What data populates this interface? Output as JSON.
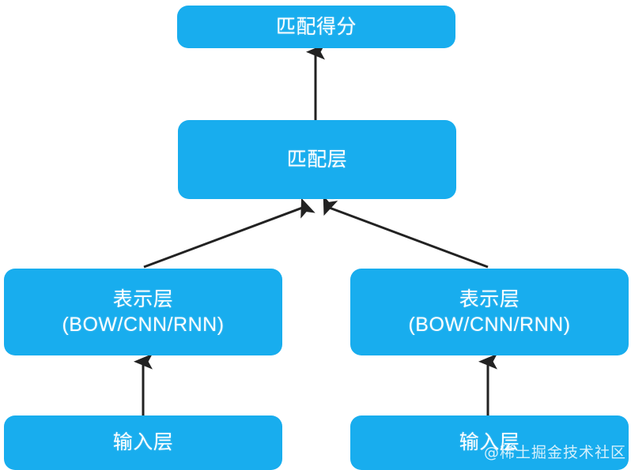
{
  "diagram": {
    "title": "",
    "colors": {
      "node_fill": "#18ADEE",
      "node_text": "#ffffff",
      "arrow": "#222222",
      "background": "#ffffff"
    },
    "nodes": [
      {
        "id": "match-score",
        "label": "匹配得分",
        "sublabel": ""
      },
      {
        "id": "match-layer",
        "label": "匹配层",
        "sublabel": ""
      },
      {
        "id": "representation-layer-left",
        "label": "表示层",
        "sublabel": "(BOW/CNN/RNN)"
      },
      {
        "id": "representation-layer-right",
        "label": "表示层",
        "sublabel": "(BOW/CNN/RNN)"
      },
      {
        "id": "input-layer-left",
        "label": "输入层",
        "sublabel": ""
      },
      {
        "id": "input-layer-right",
        "label": "输入层",
        "sublabel": ""
      }
    ],
    "edges": [
      {
        "id": "edge-match-to-score",
        "from": "match-layer",
        "to": "match-score",
        "style": "arrow"
      },
      {
        "id": "edge-rep-left-to-match",
        "from": "representation-layer-left",
        "to": "match-layer",
        "style": "arrow"
      },
      {
        "id": "edge-rep-right-to-match",
        "from": "representation-layer-right",
        "to": "match-layer",
        "style": "arrow"
      },
      {
        "id": "edge-input-left-to-rep-left",
        "from": "input-layer-left",
        "to": "representation-layer-left",
        "style": "arrow"
      },
      {
        "id": "edge-input-right-to-rep-right",
        "from": "input-layer-right",
        "to": "representation-layer-right",
        "style": "arrow"
      }
    ]
  },
  "watermark": {
    "text": "@稀土掘金技术社区"
  }
}
